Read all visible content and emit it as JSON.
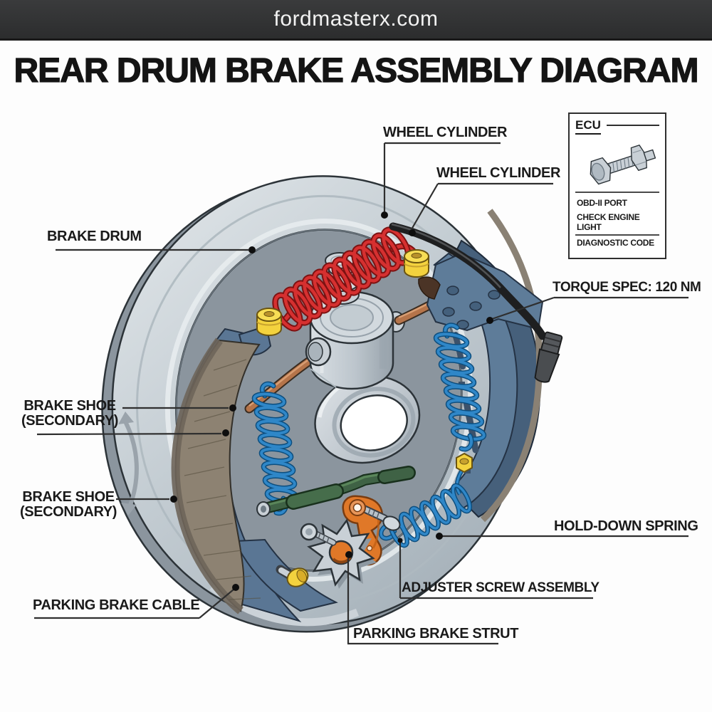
{
  "site": {
    "domain": "fordmasterx.com"
  },
  "title": "REAR DRUM BRAKE ASSEMBLY DIAGRAM",
  "labels": {
    "wheel_cylinder_top": "WHEEL CYLINDER",
    "wheel_cylinder_lower": "WHEEL CYLINDER",
    "brake_drum": "BRAKE DRUM",
    "torque_spec": "TORQUE SPEC: 120 NM",
    "brake_shoe_upper_line1": "BRAKE SHOE",
    "brake_shoe_upper_line2": "(SECONDARY)",
    "brake_shoe_lower_line1": "BRAKE SHOE",
    "brake_shoe_lower_line2": "(SECONDARY)",
    "parking_brake_cable": "PARKING BRAKE CABLE",
    "parking_brake_strut": "PARKING BRAKE STRUT",
    "adjuster_screw_assembly": "ADJUSTER SCREW ASSEMBLY",
    "hold_down_spring": "HOLD-DOWN SPRING"
  },
  "ecu_box": {
    "title": "ECU",
    "items": [
      "OBD-II PORT",
      "CHECK ENGINE LIGHT",
      "DIAGNOSTIC CODE"
    ]
  },
  "colors": {
    "header_bg": "#2c2d2e",
    "drum_silver": "#c3ccd2",
    "shoe_web_blue": "#5e7c99",
    "lining_brown": "#8d8272",
    "spring_red": "#d63030",
    "spring_blue": "#2f87c8",
    "copper_pipe": "#b5744a",
    "cap_yellow": "#f3d23e",
    "strut_green": "#3f6245",
    "lever_orange": "#e07828",
    "cable_black": "#1e1f20",
    "leader_line": "#2f2f2f"
  }
}
